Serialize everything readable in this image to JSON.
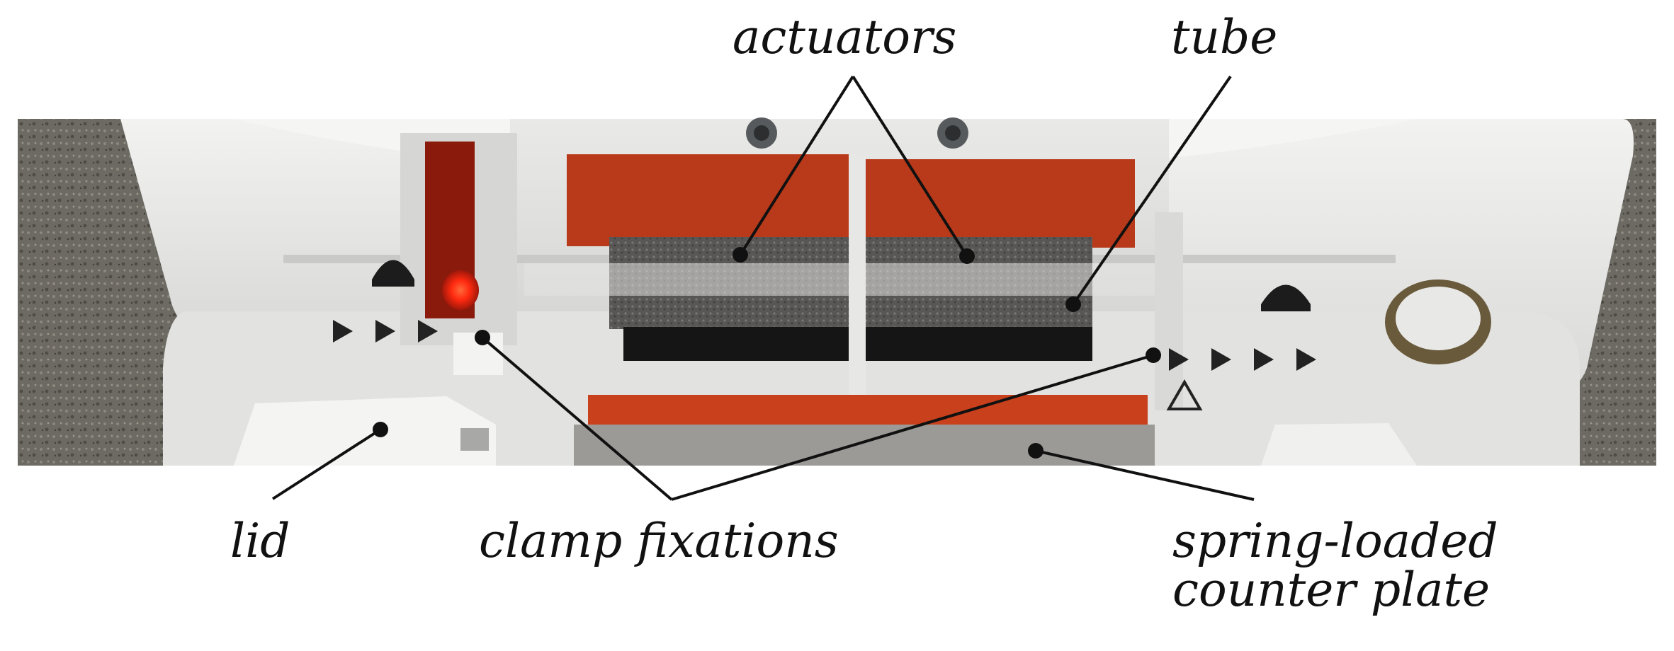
{
  "figure": {
    "labels": {
      "actuators": "actuators",
      "tube": "tube",
      "lid": "lid",
      "clamp_fixations": "clamp fixations",
      "spring_loaded_line1": "spring-loaded",
      "spring_loaded_line2": "counter plate"
    },
    "colors": {
      "background": "#ffffff",
      "label_text": "#111111",
      "leader_line": "#111111",
      "housing": "#e6e6e4",
      "actuator_tape": "#c8401c",
      "indicator_led": "#ff2a10",
      "granite_surface": "#6f6b62"
    }
  }
}
